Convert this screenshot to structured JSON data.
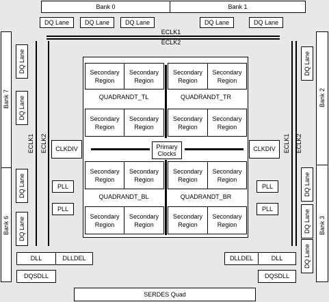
{
  "banks": {
    "top_left": "Bank 0",
    "top_right": "Bank 1",
    "right_top": "Bank 2",
    "right_bottom": "Bank 3",
    "left_bottom": "Bank 6",
    "left_top": "Bank 7"
  },
  "dq_lane": "DQ Lane",
  "eclk1": "ECLK1",
  "eclk2": "ECLK2",
  "secondary_region": "Secondary\nRegion",
  "quadrants": {
    "tl": "QUADRANDT_TL",
    "tr": "QUADRANDT_TR",
    "bl": "QUADRANDT_BL",
    "br": "QUADRANDT_BR"
  },
  "primary_clocks": "Primary\nClocks",
  "clkdiv": "CLKDIV",
  "pll": "PLL",
  "dll": "DLL",
  "dlldel": "DLLDEL",
  "dqsdll": "DQSDLL",
  "serdes": "SERDES Quad"
}
